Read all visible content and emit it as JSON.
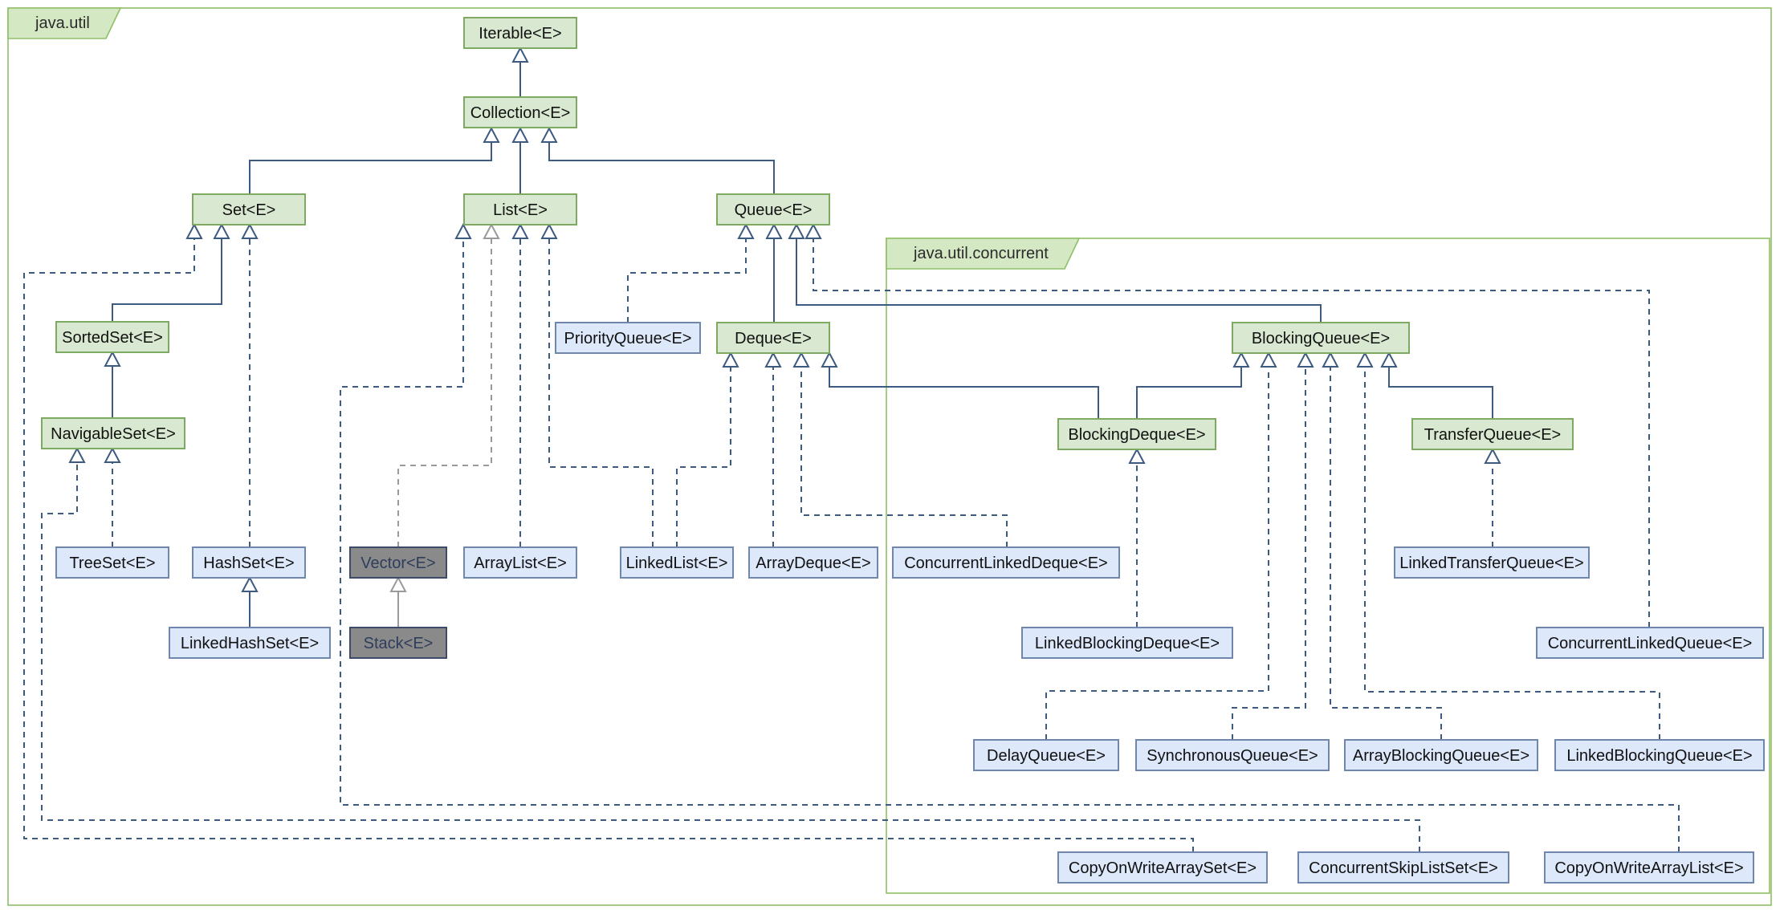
{
  "packages": [
    {
      "id": "java-util",
      "label": "java.util"
    },
    {
      "id": "java-util-concurrent",
      "label": "java.util.concurrent"
    }
  ],
  "nodes": [
    {
      "id": "iterable",
      "label": "Iterable<E>",
      "kind": "interface"
    },
    {
      "id": "collection",
      "label": "Collection<E>",
      "kind": "interface"
    },
    {
      "id": "set",
      "label": "Set<E>",
      "kind": "interface"
    },
    {
      "id": "list",
      "label": "List<E>",
      "kind": "interface"
    },
    {
      "id": "queue",
      "label": "Queue<E>",
      "kind": "interface"
    },
    {
      "id": "sortedset",
      "label": "SortedSet<E>",
      "kind": "interface"
    },
    {
      "id": "navigableset",
      "label": "NavigableSet<E>",
      "kind": "interface"
    },
    {
      "id": "priorityqueue",
      "label": "PriorityQueue<E>",
      "kind": "class"
    },
    {
      "id": "deque",
      "label": "Deque<E>",
      "kind": "interface"
    },
    {
      "id": "blockingqueue",
      "label": "BlockingQueue<E>",
      "kind": "interface"
    },
    {
      "id": "blockingdeque",
      "label": "BlockingDeque<E>",
      "kind": "interface"
    },
    {
      "id": "transferqueue",
      "label": "TransferQueue<E>",
      "kind": "interface"
    },
    {
      "id": "treeset",
      "label": "TreeSet<E>",
      "kind": "class"
    },
    {
      "id": "hashset",
      "label": "HashSet<E>",
      "kind": "class"
    },
    {
      "id": "vector",
      "label": "Vector<E>",
      "kind": "legacy"
    },
    {
      "id": "arraylist",
      "label": "ArrayList<E>",
      "kind": "class"
    },
    {
      "id": "linkedlist",
      "label": "LinkedList<E>",
      "kind": "class"
    },
    {
      "id": "arraydeque",
      "label": "ArrayDeque<E>",
      "kind": "class"
    },
    {
      "id": "concurrentlinkeddeque",
      "label": "ConcurrentLinkedDeque<E>",
      "kind": "class"
    },
    {
      "id": "linkedtransferqueue",
      "label": "LinkedTransferQueue<E>",
      "kind": "class"
    },
    {
      "id": "linkedhashset",
      "label": "LinkedHashSet<E>",
      "kind": "class"
    },
    {
      "id": "stack",
      "label": "Stack<E>",
      "kind": "legacy"
    },
    {
      "id": "linkedblockingdeque",
      "label": "LinkedBlockingDeque<E>",
      "kind": "class"
    },
    {
      "id": "concurrentlinkedqueue",
      "label": "ConcurrentLinkedQueue<E>",
      "kind": "class"
    },
    {
      "id": "delayqueue",
      "label": "DelayQueue<E>",
      "kind": "class"
    },
    {
      "id": "synchronousqueue",
      "label": "SynchronousQueue<E>",
      "kind": "class"
    },
    {
      "id": "arrayblockingqueue",
      "label": "ArrayBlockingQueue<E>",
      "kind": "class"
    },
    {
      "id": "linkedblockingqueue",
      "label": "LinkedBlockingQueue<E>",
      "kind": "class"
    },
    {
      "id": "copyonwritearrayset",
      "label": "CopyOnWriteArraySet<E>",
      "kind": "class"
    },
    {
      "id": "concurrentskiplistset",
      "label": "ConcurrentSkipListSet<E>",
      "kind": "class"
    },
    {
      "id": "copyonwritearraylist",
      "label": "CopyOnWriteArrayList<E>",
      "kind": "class"
    }
  ],
  "edges": [
    {
      "from": "collection",
      "to": "iterable",
      "style": "solid"
    },
    {
      "from": "set",
      "to": "collection",
      "style": "solid"
    },
    {
      "from": "list",
      "to": "collection",
      "style": "solid"
    },
    {
      "from": "queue",
      "to": "collection",
      "style": "solid"
    },
    {
      "from": "sortedset",
      "to": "set",
      "style": "solid"
    },
    {
      "from": "navigableset",
      "to": "sortedset",
      "style": "solid"
    },
    {
      "from": "hashset",
      "to": "set",
      "style": "dashed"
    },
    {
      "from": "copyonwritearrayset",
      "to": "set",
      "style": "dashed"
    },
    {
      "from": "treeset",
      "to": "navigableset",
      "style": "dashed"
    },
    {
      "from": "concurrentskiplistset",
      "to": "navigableset",
      "style": "dashed"
    },
    {
      "from": "linkedhashset",
      "to": "hashset",
      "style": "solid"
    },
    {
      "from": "copyonwritearraylist",
      "to": "list",
      "style": "dashed"
    },
    {
      "from": "vector",
      "to": "list",
      "style": "dashed-gray"
    },
    {
      "from": "arraylist",
      "to": "list",
      "style": "dashed"
    },
    {
      "from": "linkedlist",
      "to": "list",
      "style": "dashed"
    },
    {
      "from": "stack",
      "to": "vector",
      "style": "solid-gray"
    },
    {
      "from": "priorityqueue",
      "to": "queue",
      "style": "dashed"
    },
    {
      "from": "deque",
      "to": "queue",
      "style": "solid"
    },
    {
      "from": "blockingqueue",
      "to": "queue",
      "style": "solid"
    },
    {
      "from": "concurrentlinkedqueue",
      "to": "queue",
      "style": "dashed"
    },
    {
      "from": "linkedlist",
      "to": "deque",
      "style": "dashed"
    },
    {
      "from": "arraydeque",
      "to": "deque",
      "style": "dashed"
    },
    {
      "from": "concurrentlinkeddeque",
      "to": "deque",
      "style": "dashed"
    },
    {
      "from": "blockingdeque",
      "to": "deque",
      "style": "solid"
    },
    {
      "from": "blockingdeque",
      "to": "blockingqueue",
      "style": "solid"
    },
    {
      "from": "transferqueue",
      "to": "blockingqueue",
      "style": "solid"
    },
    {
      "from": "delayqueue",
      "to": "blockingqueue",
      "style": "dashed"
    },
    {
      "from": "synchronousqueue",
      "to": "blockingqueue",
      "style": "dashed"
    },
    {
      "from": "arrayblockingqueue",
      "to": "blockingqueue",
      "style": "dashed"
    },
    {
      "from": "linkedblockingqueue",
      "to": "blockingqueue",
      "style": "dashed"
    },
    {
      "from": "linkedblockingdeque",
      "to": "blockingdeque",
      "style": "dashed"
    },
    {
      "from": "linkedtransferqueue",
      "to": "transferqueue",
      "style": "dashed"
    }
  ],
  "colors": {
    "interface_fill": "#d9e9d1",
    "interface_border": "#7ea961",
    "class_fill": "#dde8fb",
    "class_border": "#6f87ad",
    "legacy_fill": "#8a8a8a",
    "edge": "#3d5a80",
    "legacy_edge": "#9a9a9a",
    "package_border": "#8fbf66"
  }
}
